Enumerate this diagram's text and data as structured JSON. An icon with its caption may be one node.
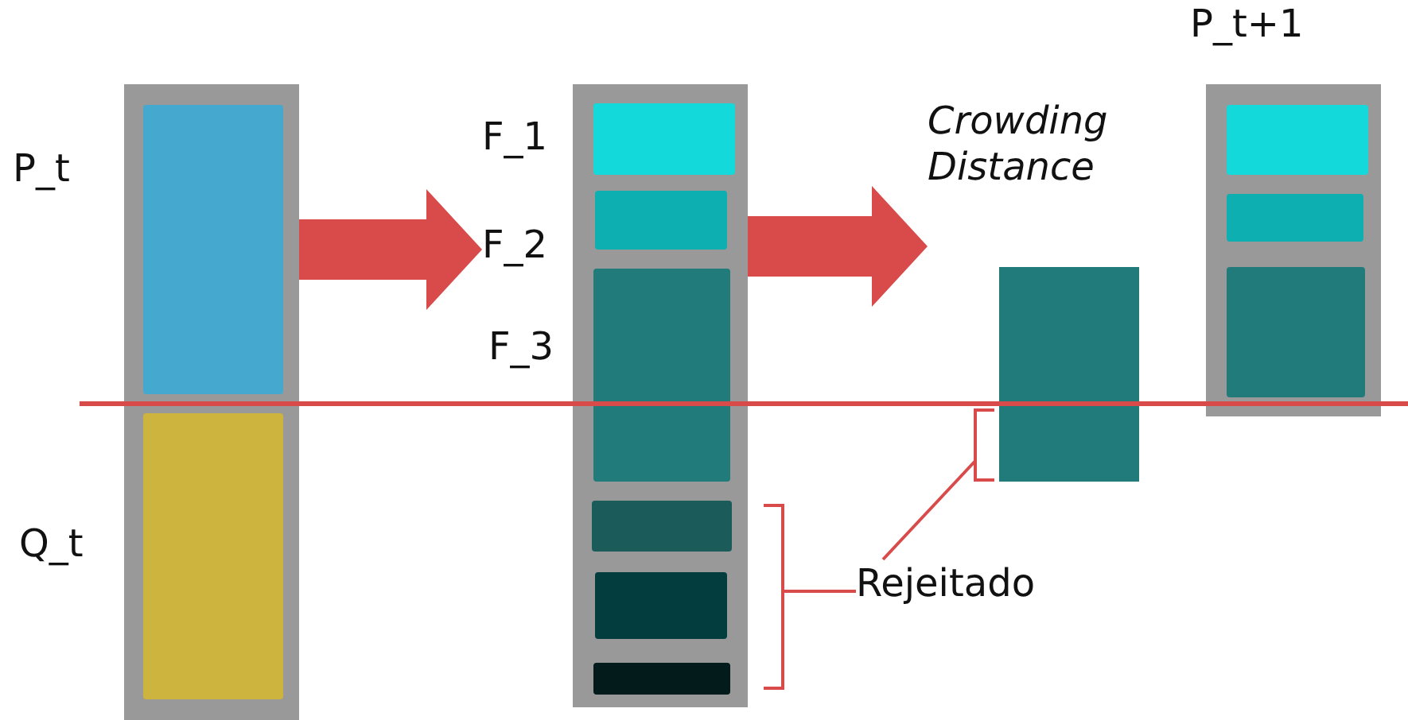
{
  "diagram": {
    "nodes": [
      {
        "text": [],
        "shape": "bar"
      },
      {
        "text": [],
        "shape": "box",
        "in": 0,
        "beside": [
          "P_t"
        ]
      },
      {
        "text": [],
        "shape": "box",
        "in": 0,
        "beside": [
          "Q_t"
        ]
      },
      {
        "text": [],
        "shape": "bar"
      },
      {
        "text": [],
        "shape": "box",
        "in": 3,
        "beside": [
          "F_1"
        ]
      },
      {
        "text": [],
        "shape": "box",
        "in": 3,
        "beside": [
          "F_2"
        ]
      },
      {
        "text": [],
        "shape": "box",
        "in": 3,
        "beside": [
          "F_3"
        ]
      },
      {
        "text": [],
        "shape": "box",
        "in": 3
      },
      {
        "text": [],
        "shape": "box",
        "in": 3
      },
      {
        "text": [],
        "shape": "box",
        "in": 3
      },
      {
        "text": [
          "Crowding Distance"
        ]
      },
      {
        "text": [
          "P_t+1"
        ]
      },
      {
        "text": [],
        "shape": "box",
        "in": 11
      },
      {
        "text": [],
        "shape": "box",
        "in": 11
      },
      {
        "text": [],
        "shape": "box",
        "in": 11
      },
      {
        "text": [
          "Rejeitado"
        ]
      }
    ],
    "edges": [
      {
        "from": 0,
        "to": 5,
        "arrow": "to",
        "style": "thick"
      },
      {
        "from": 3,
        "to": 10,
        "arrow": "to",
        "style": "thick"
      },
      {
        "from": 15,
        "to": 3,
        "arrow": "none"
      },
      {
        "from": 15,
        "to": 10,
        "arrow": "none"
      }
    ]
  }
}
